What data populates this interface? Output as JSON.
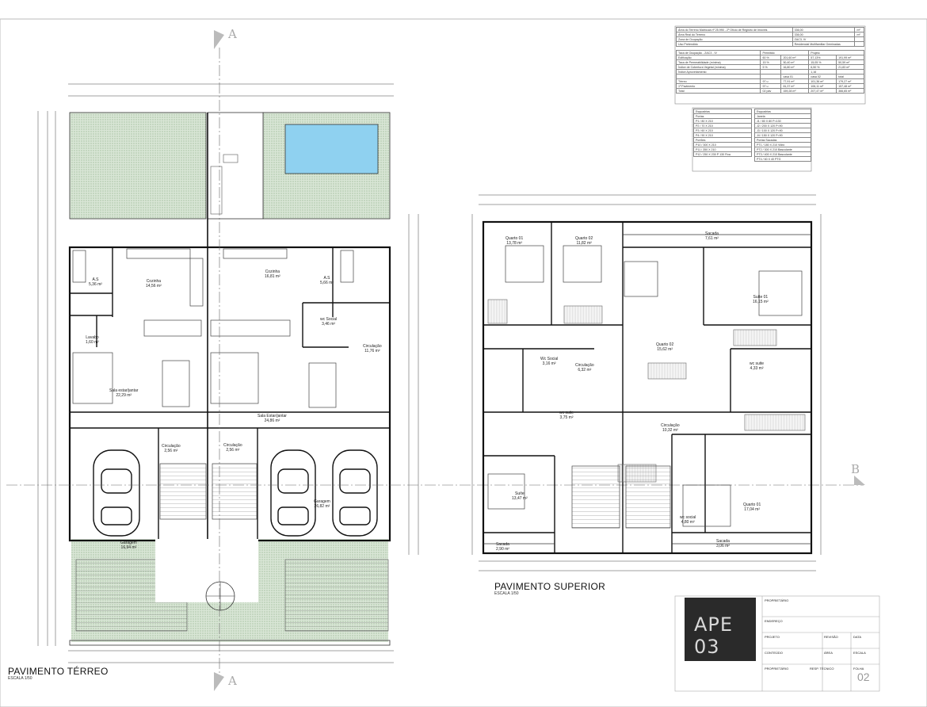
{
  "sheet": {
    "ground_title": "PAVIMENTO TÉRREO",
    "ground_scale": "ESCALA 1/50",
    "upper_title": "PAVIMENTO SUPERIOR",
    "upper_scale": "ESCALA 1/50",
    "section_a": "A",
    "section_b": "B"
  },
  "ground_rooms": [
    {
      "name": "A.S",
      "area": "5,36 m²"
    },
    {
      "name": "Cozinha",
      "area": "14,56 m²"
    },
    {
      "name": "Cozinha",
      "area": "16,81 m²"
    },
    {
      "name": "A.S",
      "area": "5,66 m²"
    },
    {
      "name": "wc Social",
      "area": "3,46 m²"
    },
    {
      "name": "Lavabo",
      "area": "1,60 m²"
    },
    {
      "name": "Circulação",
      "area": "11,76 m²"
    },
    {
      "name": "Sala estar/jantar",
      "area": "22,29 m²"
    },
    {
      "name": "Sala Estar/jantar",
      "area": "24,86 m²"
    },
    {
      "name": "Circulação",
      "area": "2,56 m²"
    },
    {
      "name": "Circulação",
      "area": "2,56 m²"
    },
    {
      "name": "Garagem",
      "area": "26,82 m²"
    },
    {
      "name": "Garagem",
      "area": "16,94 m²"
    }
  ],
  "upper_rooms": [
    {
      "name": "Quarto 01",
      "area": "13,78 m²"
    },
    {
      "name": "Quarto 02",
      "area": "11,82 m²"
    },
    {
      "name": "Sacada",
      "area": "7,61 m²"
    },
    {
      "name": "Suíte 01",
      "area": "16,15 m²"
    },
    {
      "name": "Quarto 02",
      "area": "15,62 m²"
    },
    {
      "name": "Wc Social",
      "area": "3,16 m²"
    },
    {
      "name": "Circulação",
      "area": "6,32 m²"
    },
    {
      "name": "wc suite",
      "area": "4,33 m²"
    },
    {
      "name": "wc suite",
      "area": "3,75 m²"
    },
    {
      "name": "Circulação",
      "area": "10,32 m²"
    },
    {
      "name": "Suíte",
      "area": "13,47 m²"
    },
    {
      "name": "Quarto 01",
      "area": "17,04 m²"
    },
    {
      "name": "wc social",
      "area": "4,80 m²"
    },
    {
      "name": "Sacada",
      "area": "2,90 m²"
    },
    {
      "name": "Sacada",
      "area": "3,06 m²"
    }
  ],
  "area_table": {
    "rows": [
      [
        "Área do Terreno Matrícula nº 25.990 - 2º Ofício de Registro de Imóveis",
        "336,00",
        "m²"
      ],
      [
        "Área Real do Terreno",
        "336,00",
        "m²"
      ],
      [
        "Zona de Ocupação",
        "ZAC3, IV",
        ""
      ],
      [
        "Uso Pretendido",
        "Residencial Multifamiliar Geminadas",
        ""
      ]
    ],
    "indices_header": [
      "Taxa de Ocupação - ZAC3 - IV",
      "Permitido",
      "Projeto"
    ],
    "indices": [
      [
        "Edificação",
        "60 %",
        "201,60 m²",
        "57,13%",
        "191,99 m²"
      ],
      [
        "Taxa de Permeabilidade (mínima)",
        "15 %",
        "50,40 m²",
        "15,05 %",
        "50,59 m²"
      ],
      [
        "Índice de Cobertura Vegetal (mínima)",
        "5 %",
        "16,80 m²",
        "6,50 %",
        "21,83 m²"
      ],
      [
        "Índice Aproveitamento",
        "",
        "",
        "1,16",
        ""
      ]
    ],
    "totals_header": [
      "",
      "",
      "casa 01",
      "casa 02",
      "total"
    ],
    "totals": [
      [
        "Térreo",
        "97 u",
        "77,91 m²",
        "101,36 m²",
        "179,27 m²"
      ],
      [
        "1º Pavimento",
        "97 u",
        "81,37 m²",
        "106,11 m²",
        "157,48 m²"
      ],
      [
        "Total",
        "02 pav",
        "159,28 m²",
        "207,47 m²",
        "366,65 m²"
      ]
    ]
  },
  "frames_table": {
    "left_title": "Esquadrias",
    "left_items": [
      "Portas",
      "P1 / 80 X 210",
      "P2 / 70 X 210",
      "P3 / 60 X 210",
      "P4 / 90 X 210",
      "Portões",
      "P10 / 300 X 210",
      "P11 / 350 X 210",
      "P12 / 250 X 230 P 130 Fixa"
    ],
    "right_title": "Esquadrias",
    "right_items": [
      "Janela",
      "J1 / 80 X 80 P=130",
      "J2 / 200 X 120 P=90",
      "J3 / 100 X 120 P=90",
      "J4 / 150 X 120 P=90",
      "Portas Sacadas",
      "PT1 / 180 X 210 Vidro",
      "PT2 / 300 X 210 Basculante",
      "PT3 / 400 X 210 Basculante",
      "PT4 / 60 X 40 PTG"
    ]
  },
  "title_block": {
    "logo": "APE 03",
    "owner_label": "PROPRIETÁRIO",
    "address_label": "ENDEREÇO",
    "project_label": "PROJETO",
    "revision_label": "REVISÃO",
    "date_label": "DATA",
    "content_label": "CONTEÚDO",
    "area_label": "ÁREA",
    "scale_label": "ESCALA",
    "owner_sign_label": "PROPRIETÁRIO",
    "tech_label": "RESP. TÉCNICO",
    "sheet_label": "FOLHA",
    "sheet_number": "02"
  }
}
